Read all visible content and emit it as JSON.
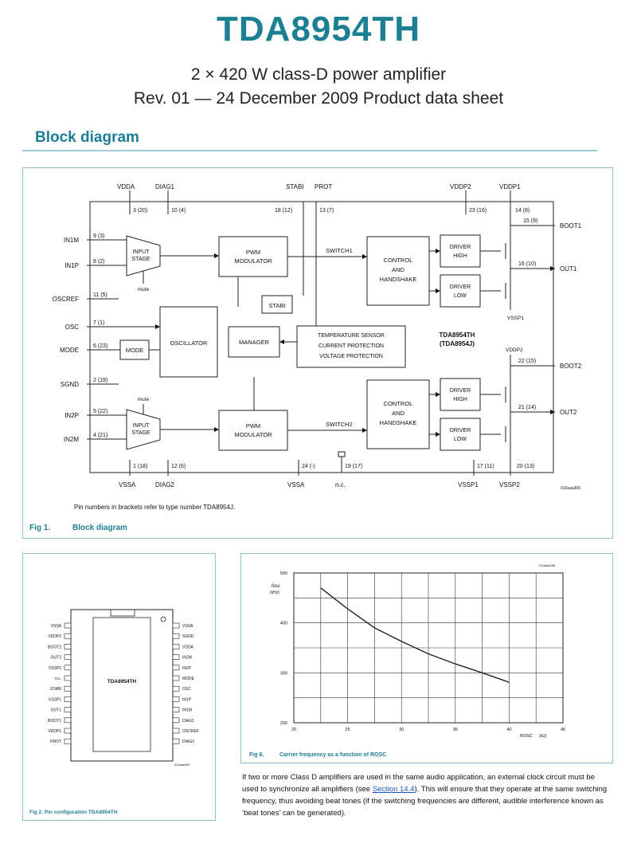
{
  "header": {
    "title": "TDA8954TH",
    "subtitle": "2 × 420 W class-D power amplifier",
    "revision": "Rev. 01 — 24 December 2009 Product data sheet",
    "section": "Block diagram"
  },
  "block_diagram": {
    "top_pins": [
      "VDDA",
      "DIAG1",
      "STABI",
      "PROT",
      "VDDP2",
      "VDDP1"
    ],
    "top_pin_numbers": [
      "3 (20)",
      "10 (4)",
      "18 (12)",
      "13 (7)",
      "23 (16)",
      "14 (8)"
    ],
    "left_pins": [
      "IN1M",
      "IN1P",
      "OSCREF",
      "OSC",
      "MODE",
      "SGND",
      "IN2P",
      "IN2M"
    ],
    "left_pin_numbers": [
      "9 (3)",
      "8 (2)",
      "11 (5)",
      "7 (1)",
      "6 (23)",
      "2 (19)",
      "5 (22)",
      "4 (21)"
    ],
    "right_pins": [
      "BOOT1",
      "OUT1",
      "BOOT2",
      "OUT2"
    ],
    "right_pin_numbers": [
      "15 (9)",
      "16 (10)",
      "22 (15)",
      "21 (14)"
    ],
    "bottom_pins": [
      "VSSA",
      "DIAG2",
      "VSSA",
      "n.c.",
      "VSSP1",
      "VSSP2"
    ],
    "bottom_pin_numbers": [
      "1 (18)",
      "12 (6)",
      "24 (-)",
      "19 (17)",
      "17 (11)",
      "20 (13)"
    ],
    "blocks": {
      "input_stage": [
        "INPUT",
        "STAGE"
      ],
      "mute": "mute",
      "pwm_modulator": [
        "PWM",
        "MODULATOR"
      ],
      "oscillator": "OSCILLATOR",
      "mode": "MODE",
      "manager": "MANAGER",
      "stabi": "STABI",
      "protection": [
        "TEMPERATURE SENSOR",
        "CURRENT PROTECTION",
        "VOLTAGE PROTECTION"
      ],
      "control": [
        "CONTROL",
        "AND",
        "HANDSHAKE"
      ],
      "driver_high": [
        "DRIVER",
        "HIGH"
      ],
      "driver_low": [
        "DRIVER",
        "LOW"
      ],
      "switch1": "SWITCH1",
      "switch2": "SWITCH2",
      "chip_name": "TDA8954TH",
      "chip_alt": "(TDA8954J)",
      "vssp1_label": "VSSP1",
      "vddp2_label": "VDDP2"
    },
    "figure_code": "010aaa356",
    "note": "Pin numbers in brackets refer to type number TDA8954J.",
    "caption_number": "Fig 1.",
    "caption_text": "Block diagram"
  },
  "pin_config": {
    "chip_label": "TDA8954TH",
    "left_pins": [
      "VSSA",
      "VDDP2",
      "BOOT2",
      "OUT2",
      "VSSP2",
      "n.c.",
      "STABI",
      "VSSP1",
      "OUT1",
      "BOOT1",
      "VDDP1",
      "PROT"
    ],
    "right_pins": [
      "VSSA",
      "SGND",
      "VDDA",
      "IN2M",
      "IN2P",
      "MODE",
      "OSC",
      "IN1P",
      "IN1M",
      "DIAG1",
      "OSCREF",
      "DIAG2"
    ],
    "figure_code": "010aaa357",
    "caption": "Fig 2.    Pin configuration TDA8954TH"
  },
  "graph": {
    "figure_code": "010aaa358",
    "ylabel_main": "fosc",
    "ylabel_unit": "(kHz)",
    "xlabel_main": "ROSC",
    "xlabel_unit": "(kΩ)",
    "caption_number": "Fig 6.",
    "caption_text": "Carrier frequency as a function of ROSC"
  },
  "chart_data": {
    "type": "line",
    "x": [
      22.5,
      25,
      27.5,
      30,
      32.5,
      35,
      37.5,
      40
    ],
    "series": [
      {
        "values": [
          470,
          428,
          390,
          363,
          338,
          318,
          300,
          281
        ]
      }
    ],
    "xlim": [
      20,
      45
    ],
    "ylim": [
      200,
      500
    ],
    "xticks": [
      "20",
      "25",
      "30",
      "35",
      "40",
      "45"
    ],
    "yticks": [
      "200",
      "300",
      "400",
      "500"
    ],
    "grid": true
  },
  "paragraph": {
    "before_link": "If two or more Class D amplifiers are used in the same audio application, an external clock circuit must be used to synchronize all amplifiers (see ",
    "link": "Section 14.4",
    "after_link": "). This will ensure that they operate at the same switching frequency, thus avoiding beat tones (if the switching frequencies are different, audible interference known as ‘beat tones’ can be generated)."
  },
  "colors": {
    "accent": "#1c7f93",
    "frame": "#8ec3d0",
    "link": "#1a55c4"
  }
}
